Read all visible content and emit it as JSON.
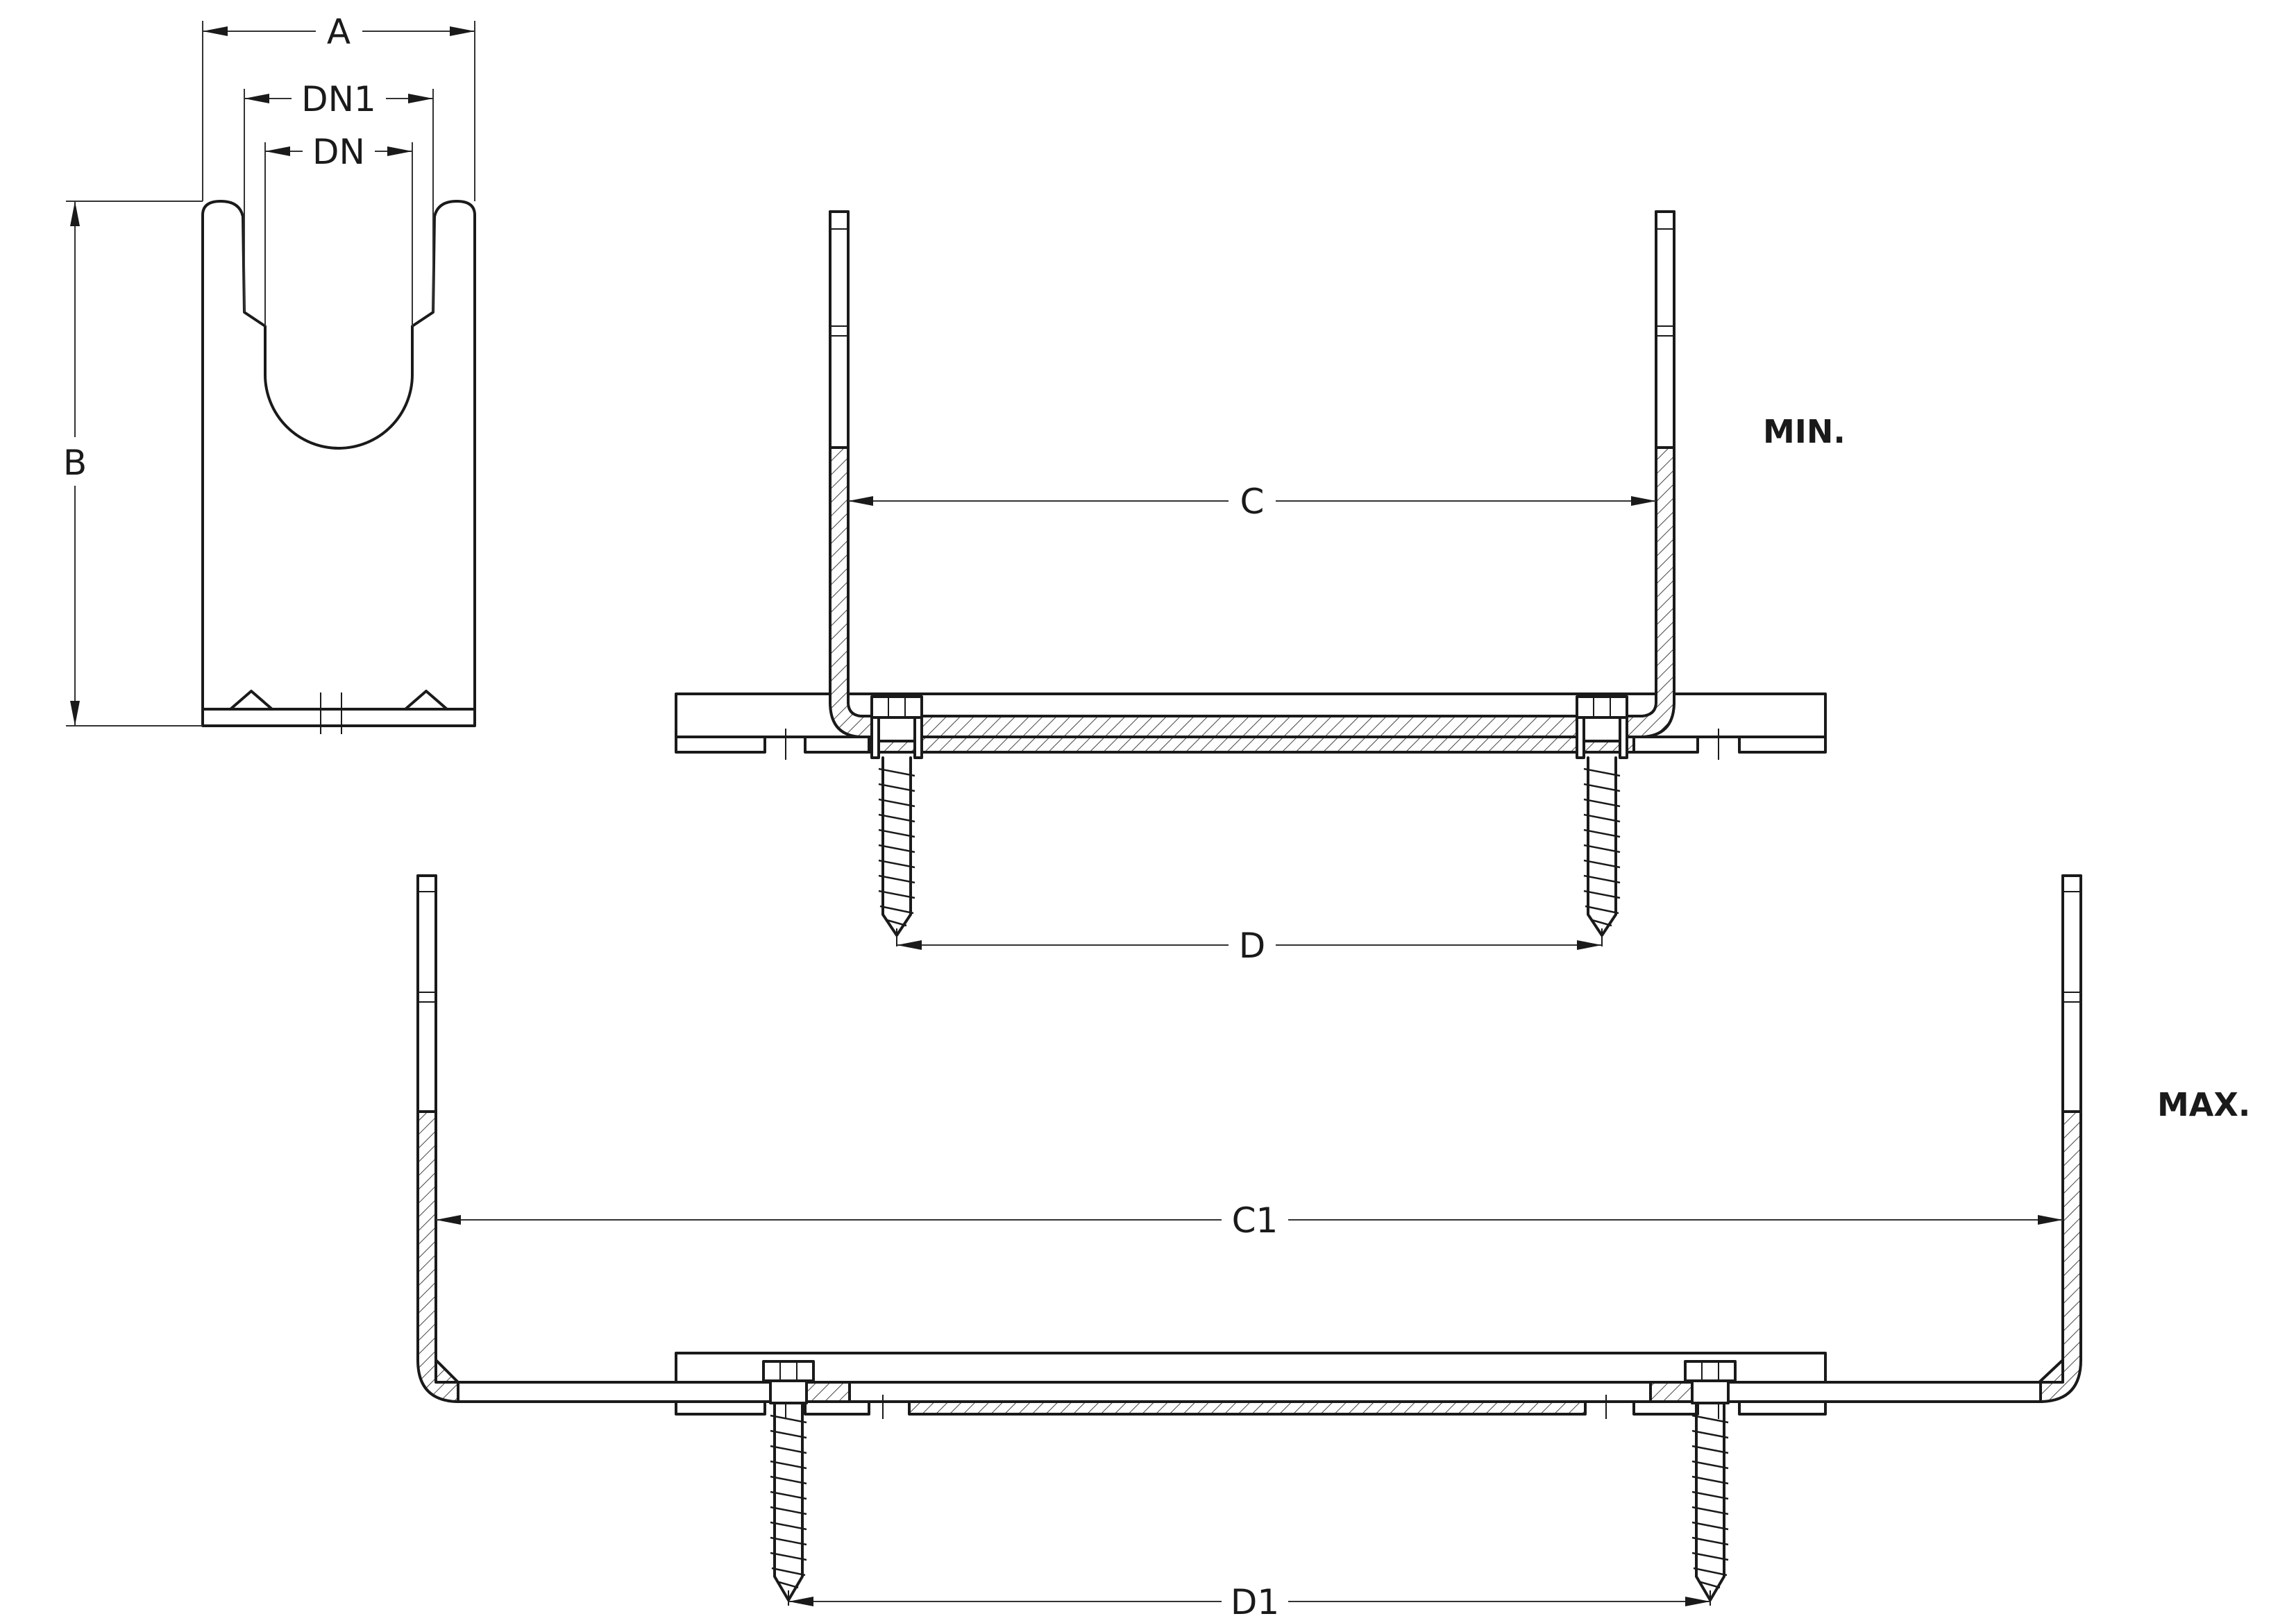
{
  "dimensions": {
    "a": "A",
    "dn1": "DN1",
    "dn": "DN",
    "b": "B",
    "c": "C",
    "d": "D",
    "c1": "C1",
    "d1": "D1"
  },
  "views": {
    "min_label": "MIN.",
    "max_label": "MAX."
  }
}
